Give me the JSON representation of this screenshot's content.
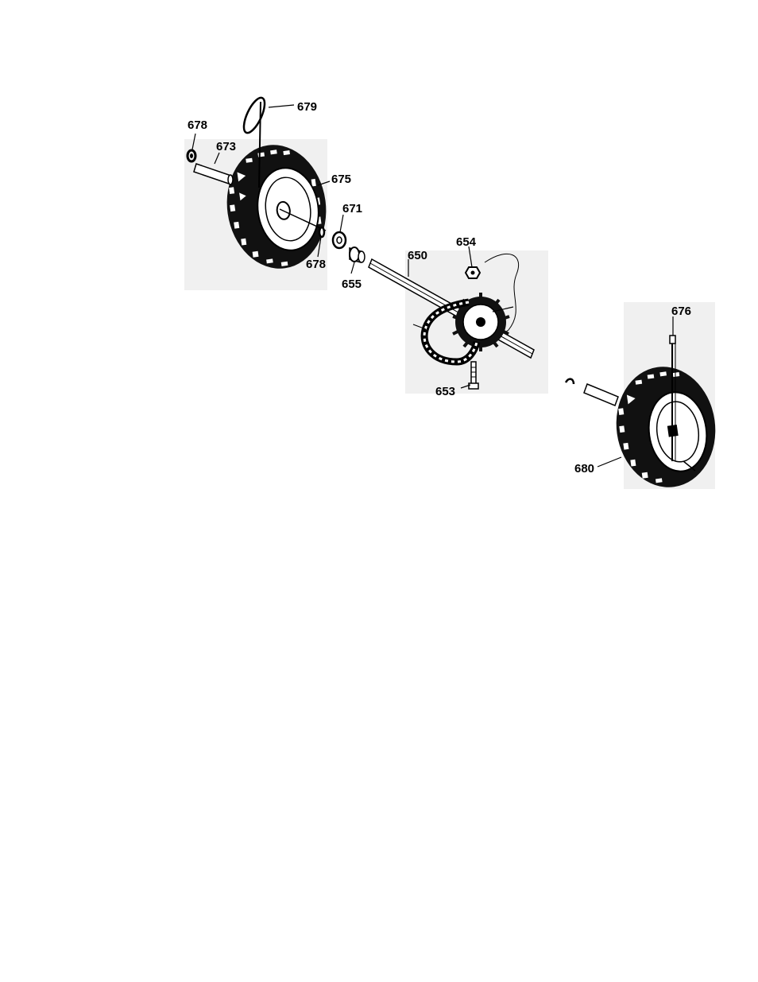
{
  "callouts": {
    "p679": "679",
    "p678_top": "678",
    "p673": "673",
    "p675": "675",
    "p671": "671",
    "p678_mid": "678",
    "p655": "655",
    "p650": "650",
    "p654": "654",
    "p653": "653",
    "p676": "676",
    "p680": "680"
  }
}
